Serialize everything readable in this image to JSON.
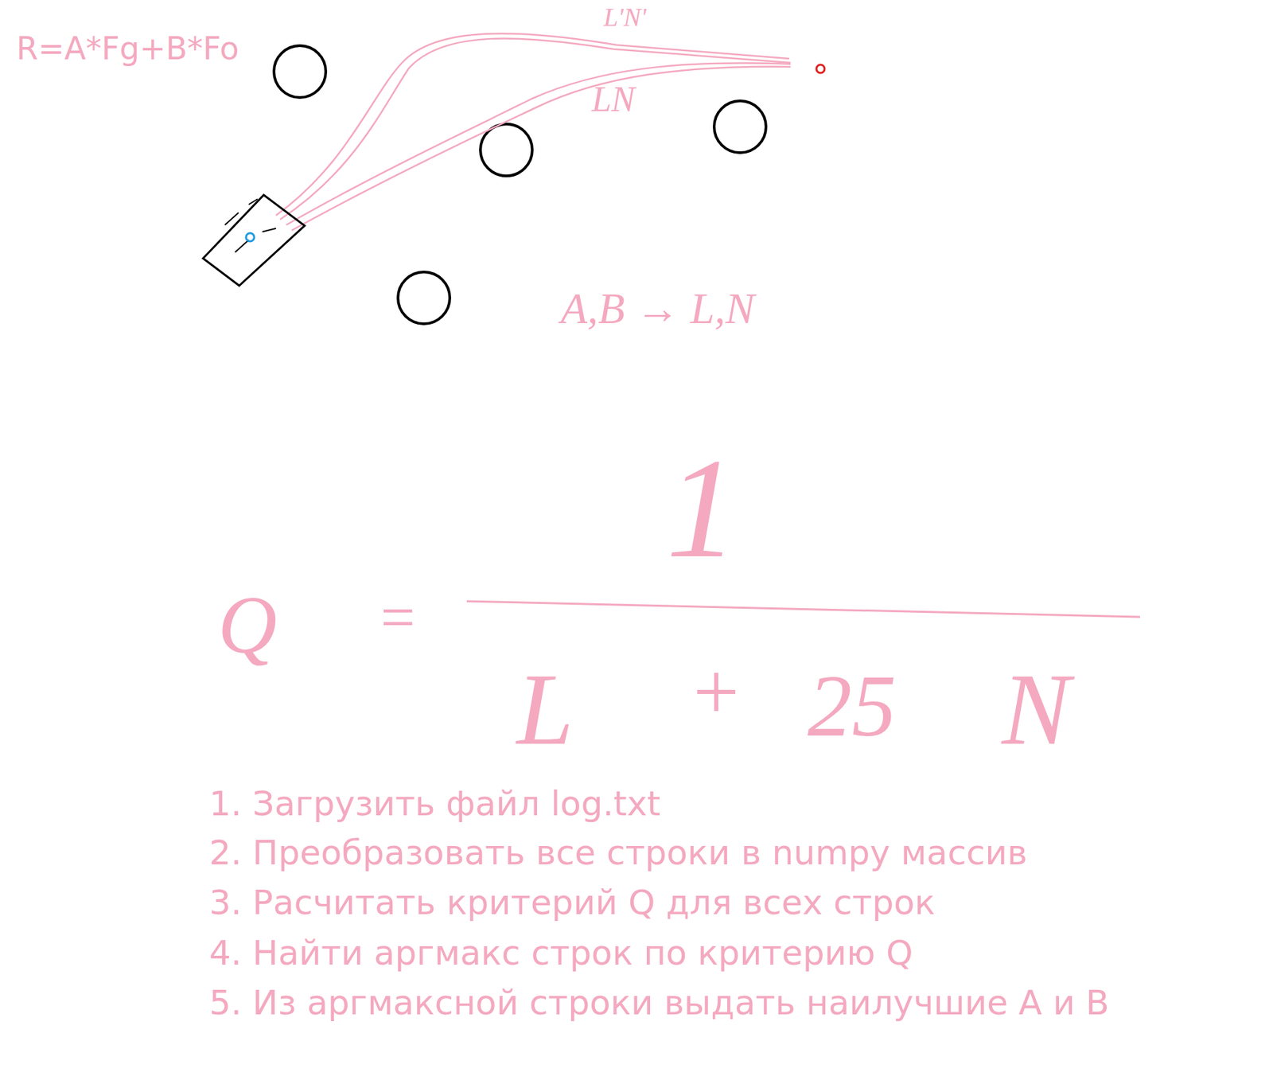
{
  "diagram": {
    "labels": [
      "R=A*Fg+B*Fo",
      "L'N'",
      "LN",
      "A,B → L,N",
      "Q",
      "=",
      "1",
      "L",
      "+",
      "25",
      "N",
      "1. Загрузить файл log.txt",
      "2. Преобразовать все строки в numpy массив",
      "3. Расчитать критерий Q для всех строк",
      "4. Найти аргмакс строк по критерию Q",
      "5. Из аргмаксной строки выдать наилучшие A и B"
    ]
  }
}
